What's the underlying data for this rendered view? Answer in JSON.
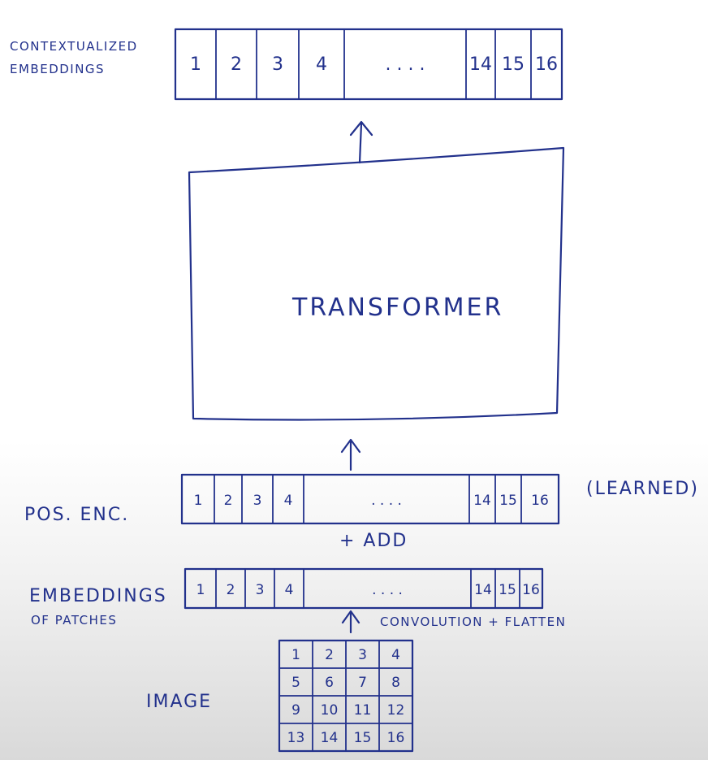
{
  "labels": {
    "contextualized_1": "CONTEXTUALIZED",
    "contextualized_2": "EMBEDDINGS",
    "transformer": "TRANSFORMER",
    "pos_enc": "POS. ENC.",
    "learned": "(LEARNED)",
    "add": "+ ADD",
    "embeddings_1": "EMBEDDINGS",
    "embeddings_2": "OF PATCHES",
    "conv": "CONVOLUTION + FLATTEN",
    "image": "IMAGE"
  },
  "output_cells": [
    "1",
    "2",
    "3",
    "4",
    ". . . .",
    "14",
    "15",
    "16"
  ],
  "pos_cells": [
    "1",
    "2",
    "3",
    "4",
    ". . . .",
    "14",
    "15",
    "16"
  ],
  "patch_cells": [
    "1",
    "2",
    "3",
    "4",
    ". . . .",
    "14",
    "15",
    "16"
  ],
  "image_grid": [
    [
      "1",
      "2",
      "3",
      "4"
    ],
    [
      "5",
      "6",
      "7",
      "8"
    ],
    [
      "9",
      "10",
      "11",
      "12"
    ],
    [
      "13",
      "14",
      "15",
      "16"
    ]
  ]
}
